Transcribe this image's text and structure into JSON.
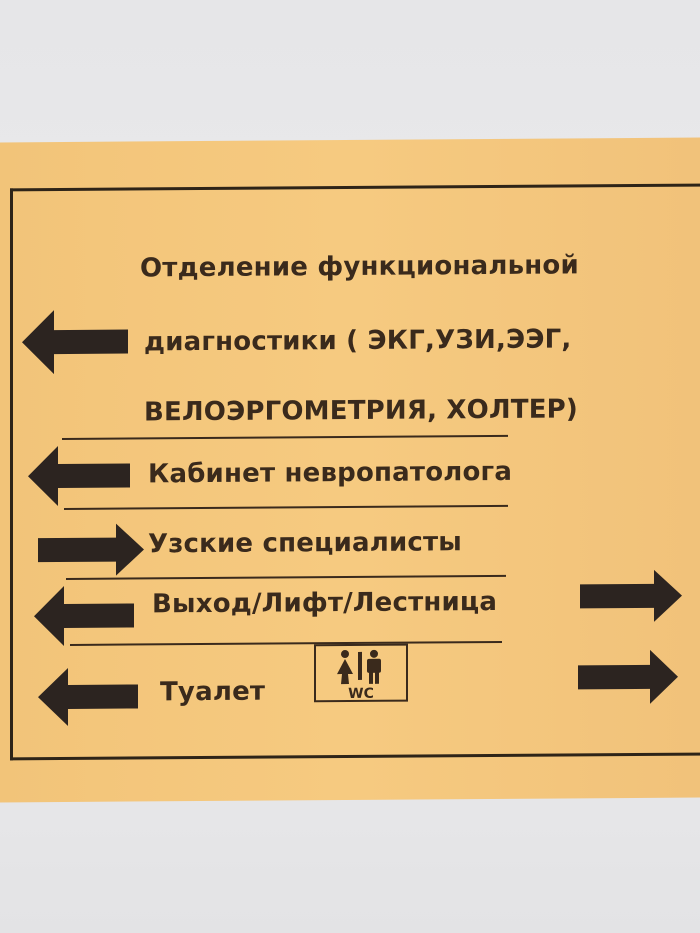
{
  "sign": {
    "heading_line1": "Отделение функциональной",
    "heading_line2": "диагностики ( ЭКГ,УЗИ,ЭЭГ,",
    "heading_line3": "ВЕЛОЭРГОМЕТРИЯ, ХОЛТЕР)",
    "neurologist": "Кабинет невропатолога",
    "specialists": "Узские специалисты",
    "exit": "Выход/Лифт/Лестница",
    "toilet": "Туалет",
    "wc_label": "WC"
  },
  "colors": {
    "paper": "#f4c67c",
    "ink": "#3a2a1c"
  }
}
